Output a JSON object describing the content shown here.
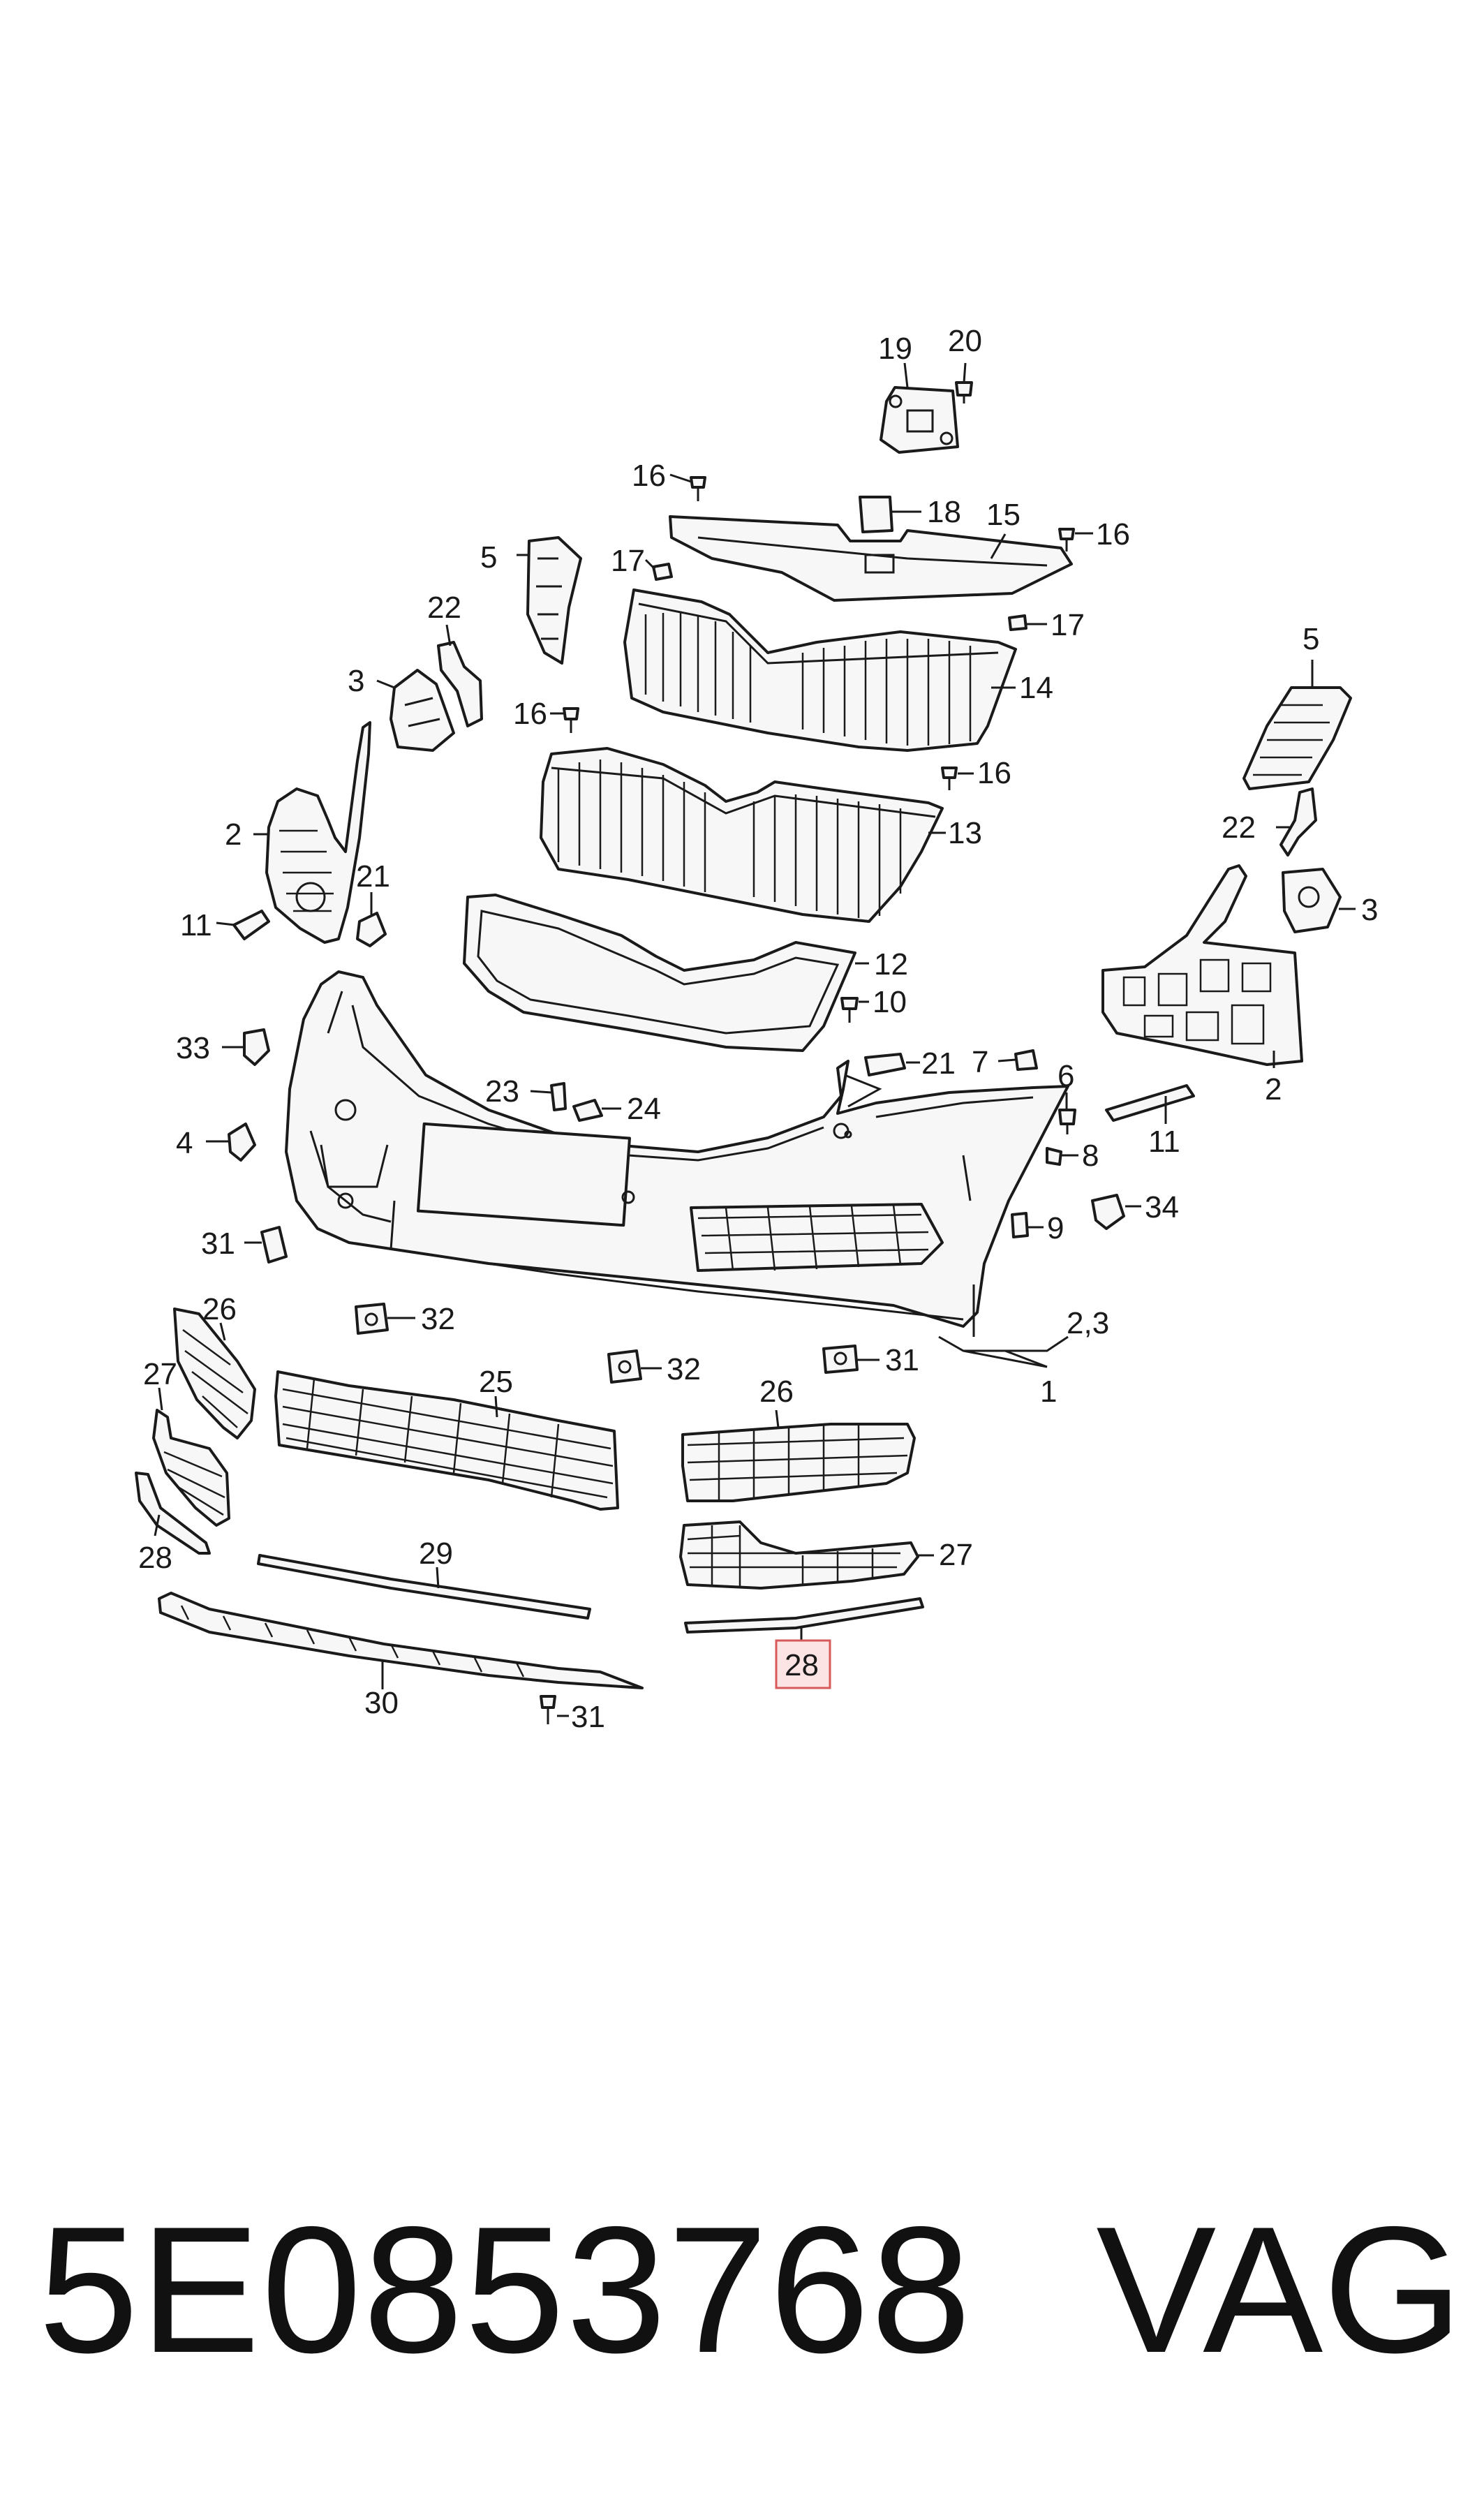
{
  "diagram": {
    "callouts": {
      "c19": "19",
      "c20": "20",
      "c16a": "16",
      "c18": "18",
      "c15": "15",
      "c16b": "16",
      "c5a": "5",
      "c17a": "17",
      "c22a": "22",
      "c17b": "17",
      "c14": "14",
      "c3a": "3",
      "c16c": "16",
      "c16d": "16",
      "c5b": "5",
      "c2a": "2",
      "c13": "13",
      "c22b": "22",
      "c21a": "21",
      "c11a": "11",
      "c3b": "3",
      "c12": "12",
      "c10": "10",
      "c33": "33",
      "c21b": "21",
      "c7": "7",
      "c6": "6",
      "c2b": "2",
      "c23": "23",
      "c24": "24",
      "c8": "8",
      "c11b": "11",
      "c4": "4",
      "c34": "34",
      "c31a": "31",
      "c9": "9",
      "c26a": "26",
      "c32a": "32",
      "c23s": "2,3",
      "c27a": "27",
      "c25": "25",
      "c32b": "32",
      "c31b": "31",
      "c1": "1",
      "c26b": "26",
      "c28a": "28",
      "c29": "29",
      "c27b": "27",
      "c28b": "28",
      "c30": "30",
      "c31c": "31"
    }
  },
  "footer": {
    "part_number": "5E0853768",
    "brand": "VAG"
  },
  "highlight_color": "#d65a5a"
}
